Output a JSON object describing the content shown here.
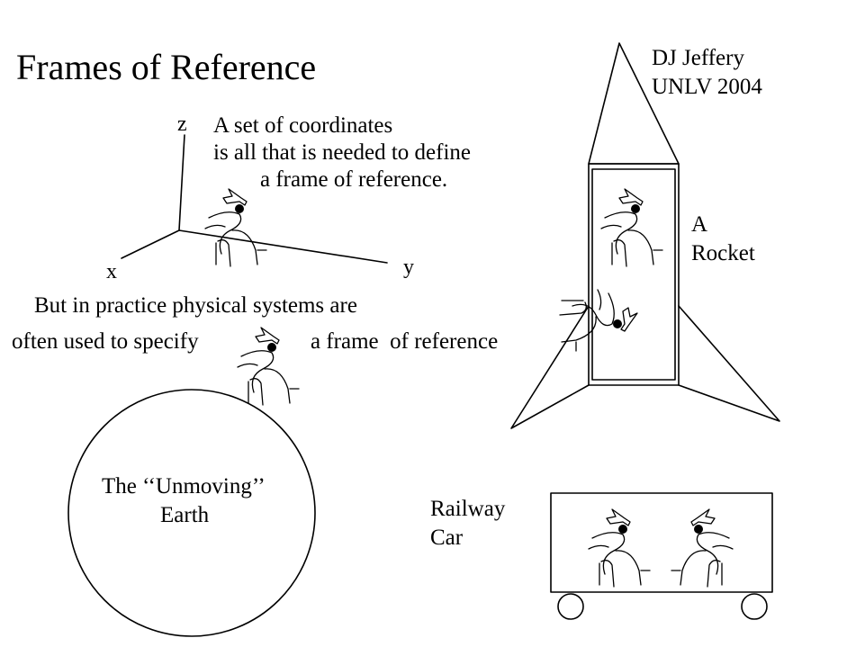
{
  "title": "Frames of Reference",
  "author": {
    "name": "DJ Jeffery",
    "affiliation": "UNLV 2004"
  },
  "axes": {
    "z": "z",
    "x": "x",
    "y": "y"
  },
  "coordinates_text": {
    "line1": "A set of coordinates",
    "line2": "is all that is needed to define",
    "line3": "a frame of reference."
  },
  "practice_text": {
    "line1": "But in practice physical systems are",
    "line2a": "often used to specify",
    "line2b": "a frame  of reference"
  },
  "earth": {
    "line1": "The ‘‘Unmoving’’",
    "line2": "Earth"
  },
  "rocket": {
    "line1": "A",
    "line2": "Rocket"
  },
  "railway": {
    "line1": "Railway",
    "line2": "Car"
  }
}
